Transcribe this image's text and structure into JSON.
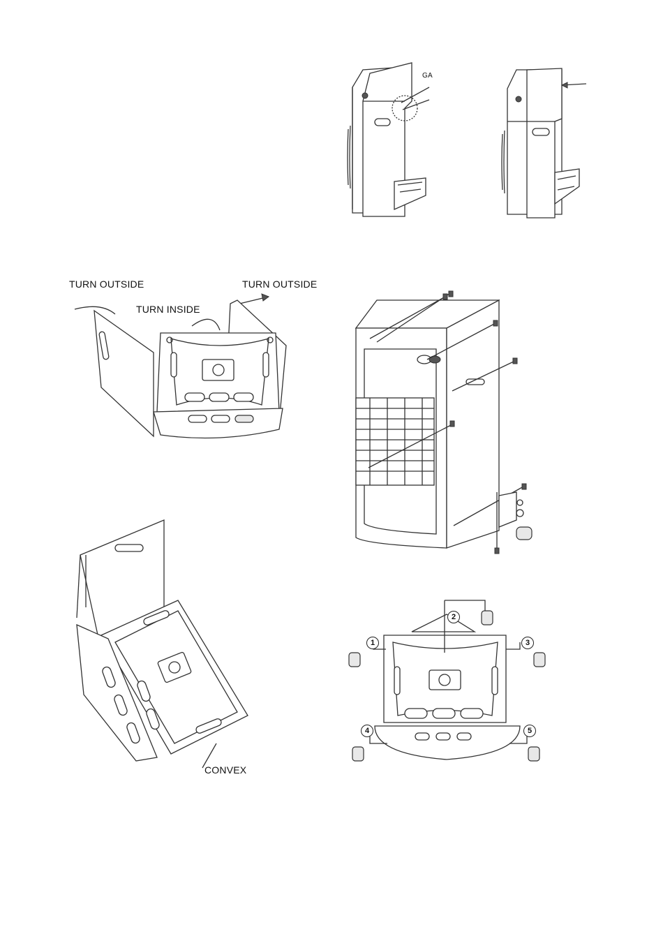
{
  "figures": {
    "panel_fit": {
      "label_ga": "GA"
    },
    "panel_turn": {
      "label_left": "TURN OUTSIDE",
      "label_center": "TURN INSIDE",
      "label_right": "TURN OUTSIDE"
    },
    "panel_convex": {
      "label": "CONVEX"
    },
    "panel_wheels": {
      "numbers": [
        "1",
        "2",
        "3",
        "4",
        "5"
      ]
    }
  }
}
